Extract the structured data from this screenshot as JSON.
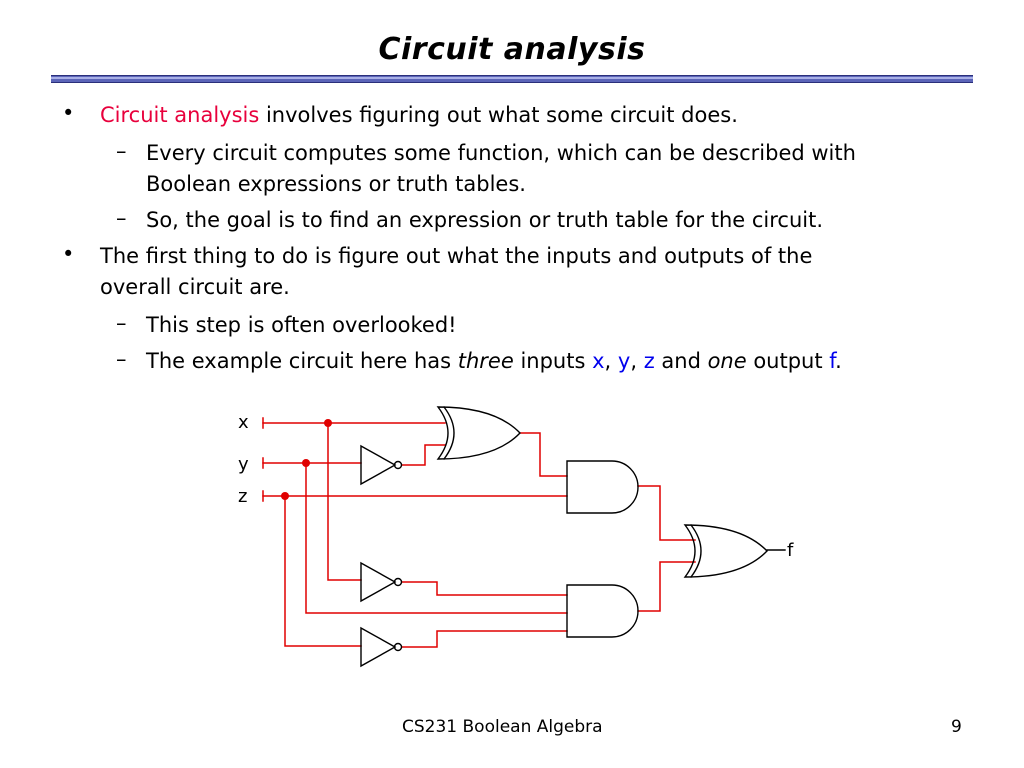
{
  "slide": {
    "title": "Circuit analysis"
  },
  "content": {
    "b1": {
      "bullet": "•",
      "highlight": "Circuit analysis",
      "rest": " involves figuring out what some circuit does."
    },
    "b1s1": {
      "dash": "–",
      "line1": "Every circuit computes some function, which can be described with",
      "line2": "Boolean expressions or truth tables."
    },
    "b1s2": {
      "dash": "–",
      "text": "So, the goal is to find an expression or truth table for the circuit."
    },
    "b2": {
      "bullet": "•",
      "line1": "The first thing to do is figure out what the inputs and outputs of the",
      "line2": "overall circuit are."
    },
    "b2s1": {
      "dash": "–",
      "text": "This step is often overlooked!"
    },
    "b2s2": {
      "dash": "–",
      "p1": "The example circuit here has ",
      "three": "three",
      "p2": " inputs ",
      "x": "x",
      "c1": ", ",
      "y": "y",
      "c2": ", ",
      "z": "z",
      "p3": " and ",
      "one": "one",
      "p4": " output ",
      "f": "f",
      "end": "."
    }
  },
  "circuit": {
    "input_x": "x",
    "input_y": "y",
    "input_z": "z",
    "output_f": "f",
    "wire_color": "#e00000",
    "gate_color": "#000000"
  },
  "footer": {
    "course": "CS231 Boolean Algebra",
    "page": "9"
  }
}
